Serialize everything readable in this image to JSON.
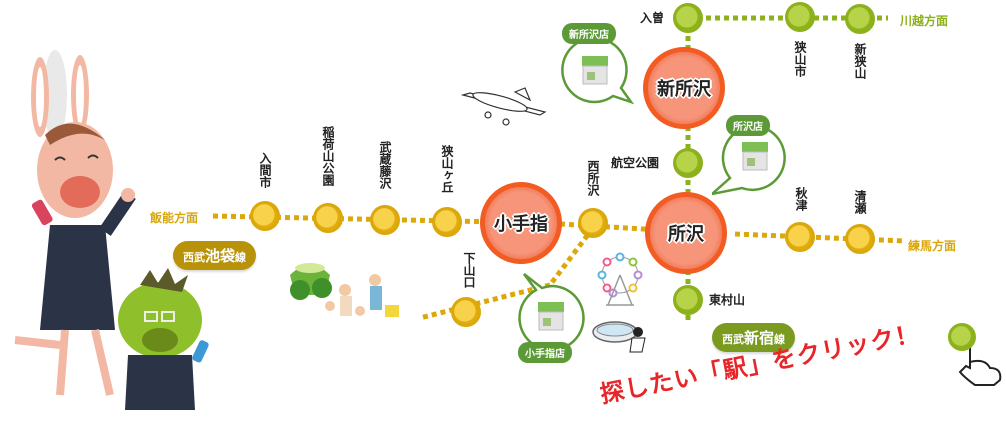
{
  "lines": {
    "ikebukuro": {
      "badge_prefix": "西武",
      "badge_name": "池袋",
      "badge_suffix": "線",
      "color": "#dba80b",
      "badge_color": "#b8930a",
      "direction_west": "飯能方面",
      "direction_east": "練馬方面"
    },
    "shinjuku": {
      "badge_prefix": "西武",
      "badge_name": "新宿",
      "badge_suffix": "線",
      "color": "#8cb11c",
      "badge_color": "#7a9a20",
      "direction_north": "川越方面"
    }
  },
  "stations": {
    "irumashi": "入間市",
    "inariyama_koen": "稲荷山公園",
    "musashi_fujisawa": "武蔵藤沢",
    "sayamagaoka": "狭山ヶ丘",
    "kotesashi": "小手指",
    "nishi_tokorozawa": "西所沢",
    "shimoyamaguchi": "下山口",
    "tokorozawa": "所沢",
    "akitsu": "秋津",
    "kiyose": "清瀬",
    "koku_koen": "航空公園",
    "shin_tokorozawa": "新所沢",
    "iriso": "入曽",
    "sayamashi": "狭山市",
    "shin_sayama": "新狭山",
    "higashi_murayama": "東村山"
  },
  "shops": {
    "shin_tokorozawa": "新所沢店",
    "tokorozawa": "所沢店",
    "kotesashi": "小手指店"
  },
  "cta": "探したい「駅」をクリック！",
  "colors": {
    "hub_fill": "#f6957a",
    "hub_border": "#f25c22",
    "cta_red": "#e8262a",
    "shop_green": "#5b9a36"
  }
}
